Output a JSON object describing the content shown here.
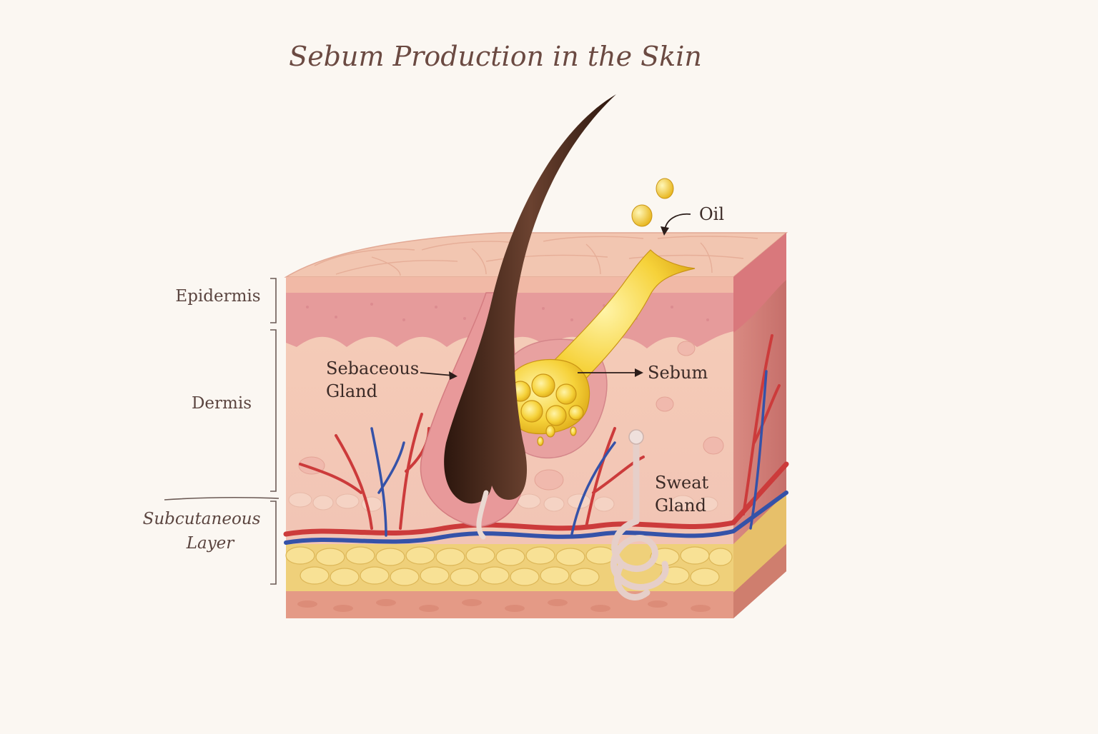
{
  "title": "Sebum Production in the Skin",
  "layers": {
    "epidermis": "Epidermis",
    "dermis": "Dermis",
    "subcutaneous_line1": "Subcutaneous",
    "subcutaneous_line2": "Layer"
  },
  "callouts": {
    "sebaceous_line1": "Sebaceous",
    "sebaceous_line2": "Gland",
    "sebum": "Sebum",
    "oil": "Oil",
    "sweat_line1": "Sweat",
    "sweat_line2": "Gland"
  },
  "colors": {
    "background": "#fbf7f2",
    "skin_surface": "#f2c3ae",
    "dermis": "#f3c9bf",
    "hair": "#4a2a1c",
    "sebum": "#f5d23a",
    "fat": "#f6dd85",
    "artery": "#cc3b3b",
    "vein": "#3552a8"
  }
}
